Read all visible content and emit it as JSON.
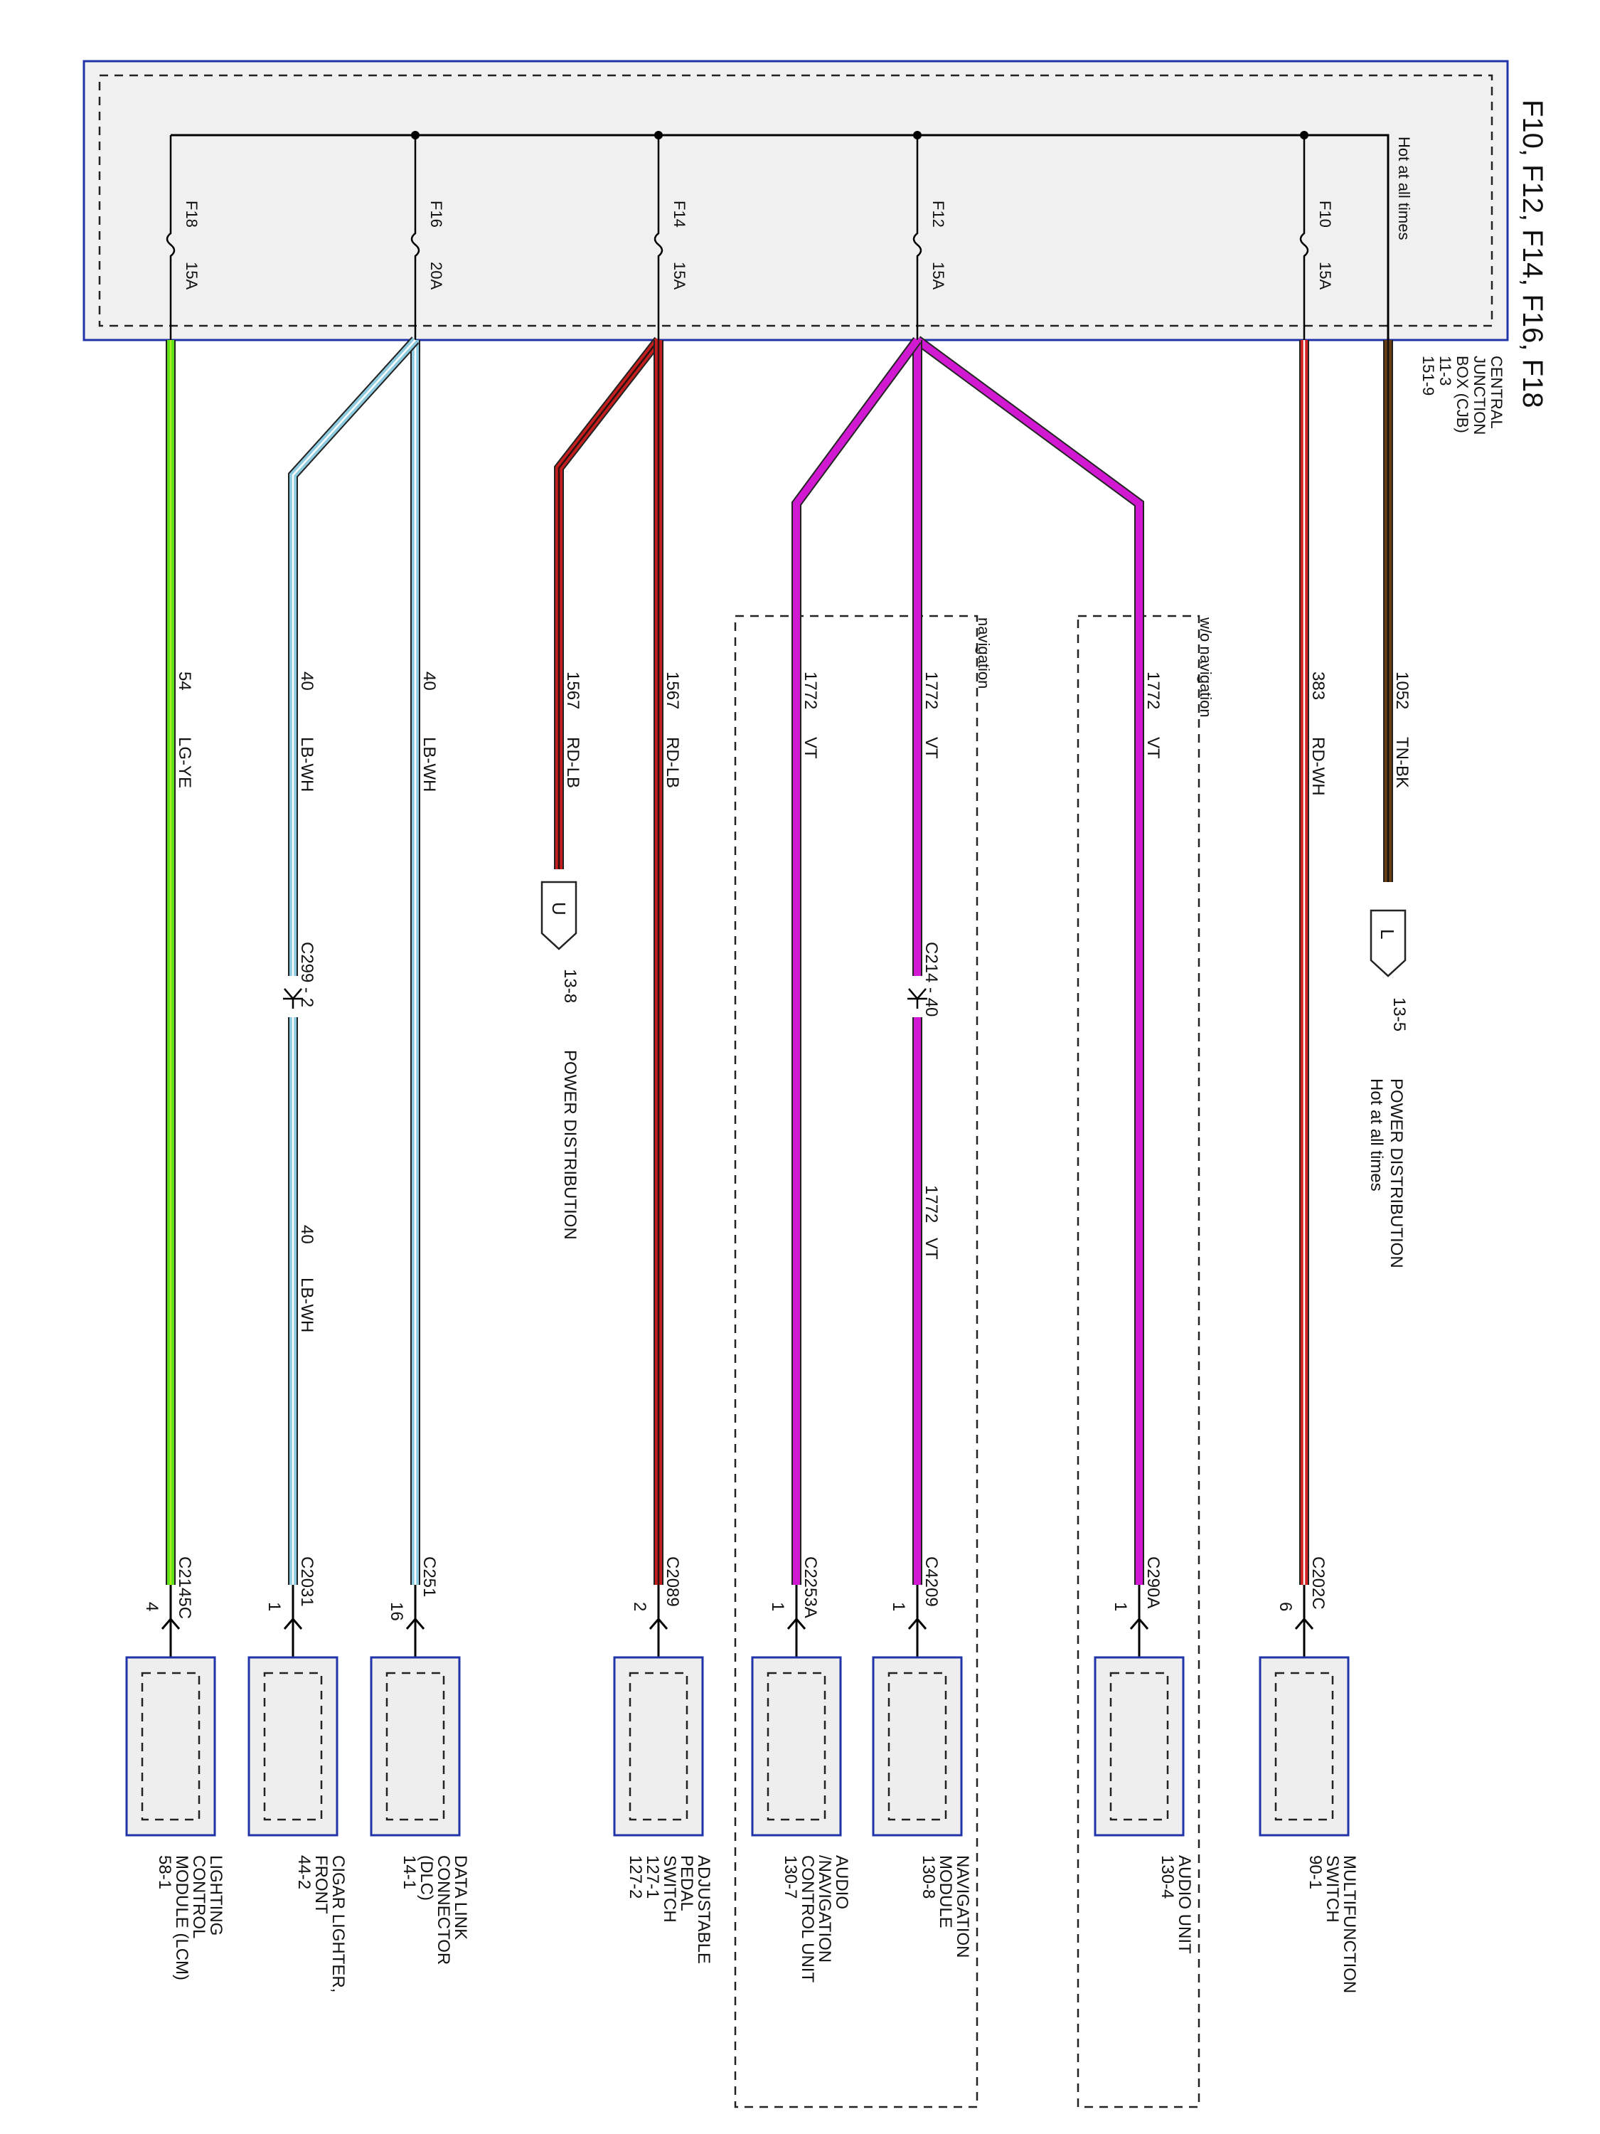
{
  "title": "F10, F12, F14, F16, F18",
  "cjb": {
    "hot_label": "Hot at all times",
    "name_lines": [
      "CENTRAL",
      "JUNCTION",
      "BOX (CJB)",
      "11-3",
      "151-9"
    ]
  },
  "fuses": [
    {
      "id": "F10",
      "rating": "15A"
    },
    {
      "id": "F12",
      "rating": "15A"
    },
    {
      "id": "F14",
      "rating": "15A"
    },
    {
      "id": "F16",
      "rating": "20A"
    },
    {
      "id": "F18",
      "rating": "15A"
    }
  ],
  "wires": [
    {
      "circuit": "1052",
      "color_code": "TN-BK",
      "stroke": "#6b3d12",
      "stripe": "#111111"
    },
    {
      "circuit": "383",
      "color_code": "RD-WH",
      "stroke": "#d42222",
      "stripe": "#ffffff"
    },
    {
      "circuit": "1772",
      "color_code": "VT",
      "stroke": "#d219d2",
      "stripe": "#d219d2"
    },
    {
      "circuit": "1772",
      "color_code": "VT",
      "stroke": "#d219d2",
      "stripe": "#d219d2"
    },
    {
      "circuit": "1772",
      "color_code": "VT",
      "stroke": "#d219d2",
      "stripe": "#d219d2"
    },
    {
      "circuit": "1567",
      "color_code": "RD-LB",
      "stroke": "#c41e1e",
      "stripe": "#2a1010"
    },
    {
      "circuit": "1567",
      "color_code": "RD-LB",
      "stroke": "#c41e1e",
      "stripe": "#2a1010"
    },
    {
      "circuit": "40",
      "color_code": "LB-WH",
      "stroke": "#8ccbe0",
      "stripe": "#ffffff"
    },
    {
      "circuit": "40",
      "color_code": "LB-WH",
      "stroke": "#8ccbe0",
      "stripe": "#ffffff"
    },
    {
      "circuit": "54",
      "color_code": "LG-YE",
      "stroke": "#5fe01a",
      "stripe": "#a8f020"
    }
  ],
  "inline_labels": {
    "w3_after": {
      "circuit": "1772",
      "color_code": "VT"
    },
    "w8_after": {
      "circuit": "40",
      "color_code": "LB-WH"
    }
  },
  "inline_connectors": [
    {
      "id": "C214 - 40"
    },
    {
      "id": "C299 - 2"
    }
  ],
  "refs": [
    {
      "letter": "L",
      "page": "13-5",
      "title": "POWER DISTRIBUTION",
      "subtitle": "Hot at all times"
    },
    {
      "letter": "U",
      "page": "13-8",
      "title": "POWER DISTRIBUTION",
      "subtitle": ""
    }
  ],
  "groups": {
    "without_nav": "w/o navigation",
    "nav": "navigation"
  },
  "components": [
    {
      "connector": "C202C",
      "pin": "6",
      "name_lines": [
        "MULTIFUNCTION",
        "SWITCH",
        "90-1"
      ]
    },
    {
      "connector": "C290A",
      "pin": "1",
      "name_lines": [
        "AUDIO UNIT",
        "130-4"
      ]
    },
    {
      "connector": "C4209",
      "pin": "1",
      "name_lines": [
        "NAVIGATION",
        "MODULE",
        "130-8"
      ]
    },
    {
      "connector": "C2253A",
      "pin": "1",
      "name_lines": [
        "AUDIO",
        "/NAVIGATION",
        "CONTROL UNIT",
        "130-7"
      ]
    },
    {
      "connector": "C2089",
      "pin": "2",
      "name_lines": [
        "ADJUSTABLE",
        "PEDAL",
        "SWITCH",
        "127-1",
        "127-2"
      ]
    },
    {
      "connector": "C251",
      "pin": "16",
      "name_lines": [
        "DATA LINK",
        "CONNECTOR",
        "(DLC)",
        "14-1"
      ]
    },
    {
      "connector": "C2031",
      "pin": "1",
      "name_lines": [
        "CIGAR LIGHTER,",
        "FRONT",
        "44-2"
      ]
    },
    {
      "connector": "C2145C",
      "pin": "4",
      "name_lines": [
        "LIGHTING",
        "CONTROL",
        "MODULE (LCM)",
        "58-1"
      ]
    }
  ],
  "colors": {
    "cjb_border": "#2233aa",
    "cjb_fill": "#f0f0f0",
    "component_border": "#2233aa",
    "component_fill": "#eeeeee"
  }
}
